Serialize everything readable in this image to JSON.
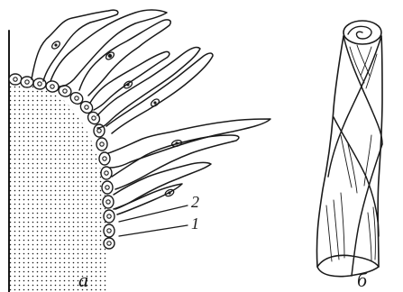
{
  "figure": {
    "panels": [
      {
        "id": "a",
        "caption": "а"
      },
      {
        "id": "b",
        "caption": "б"
      }
    ],
    "callouts": [
      {
        "id": "label-1",
        "text": "1"
      },
      {
        "id": "label-2",
        "text": "2"
      }
    ],
    "colors": {
      "ink": "#1a1a1a",
      "paper": "#ffffff"
    }
  }
}
